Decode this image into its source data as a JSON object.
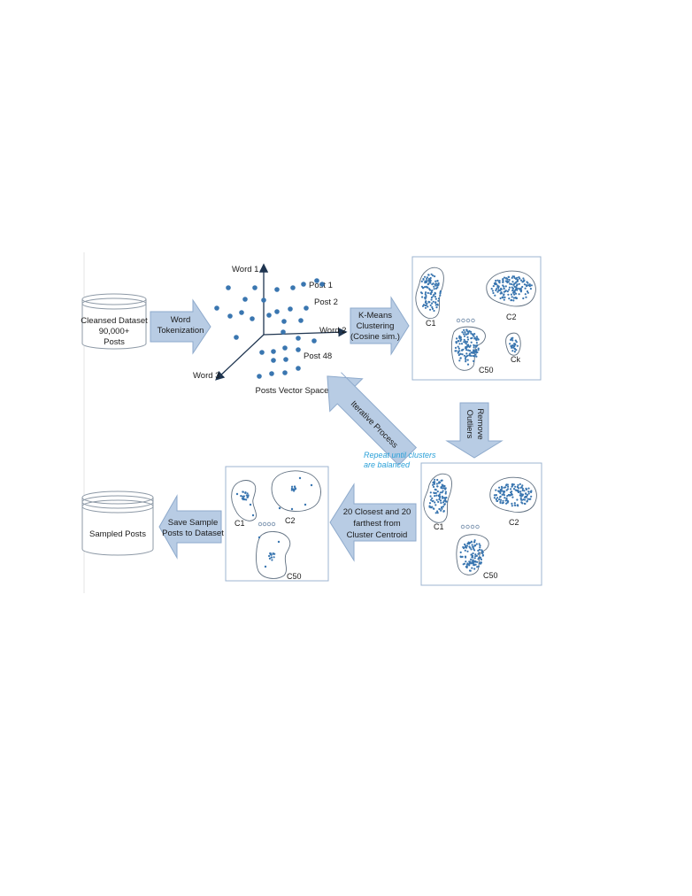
{
  "colors": {
    "arrow_fill": "#b8cce4",
    "arrow_stroke": "#8eaacc",
    "dot": "#3a76b0",
    "box_stroke": "#9cb4d0",
    "note": "#2aa0d8"
  },
  "cleansed_dataset": {
    "line1": "Cleansed Dataset",
    "line2": "90,000+",
    "line3": "Posts"
  },
  "sampled_posts": {
    "label": "Sampled Posts"
  },
  "arrows": {
    "tokenization": {
      "line1": "Word",
      "line2": "Tokenization"
    },
    "kmeans": {
      "line1": "K-Means",
      "line2": "Clustering",
      "line3": "(Cosine sim.)"
    },
    "remove_outliers": {
      "line1": "Remove",
      "line2": "Outliers"
    },
    "iterative": {
      "label": "Iterative Process"
    },
    "closest_farthest": {
      "line1": "20 Closest and 20",
      "line2": "farthest from",
      "line3": "Cluster Centroid"
    },
    "save_sample": {
      "line1": "Save Sample",
      "line2": "Posts to Dataset"
    }
  },
  "vector_space": {
    "axis1": "Word 1",
    "axis2": "Word 2",
    "axis3": "Word 3",
    "post1": "Post 1",
    "post2": "Post 2",
    "post48": "Post 48",
    "caption": "Posts Vector Space"
  },
  "note": {
    "line1": "Repeat until clusters",
    "line2": "are balanced"
  },
  "clusters_initial": {
    "c1": "C1",
    "c2": "C2",
    "c50": "C50",
    "ck": "Ck"
  },
  "clusters_cleaned": {
    "c1": "C1",
    "c2": "C2",
    "c50": "C50"
  },
  "clusters_sampled": {
    "c1": "C1",
    "c2": "C2",
    "c50": "C50"
  }
}
